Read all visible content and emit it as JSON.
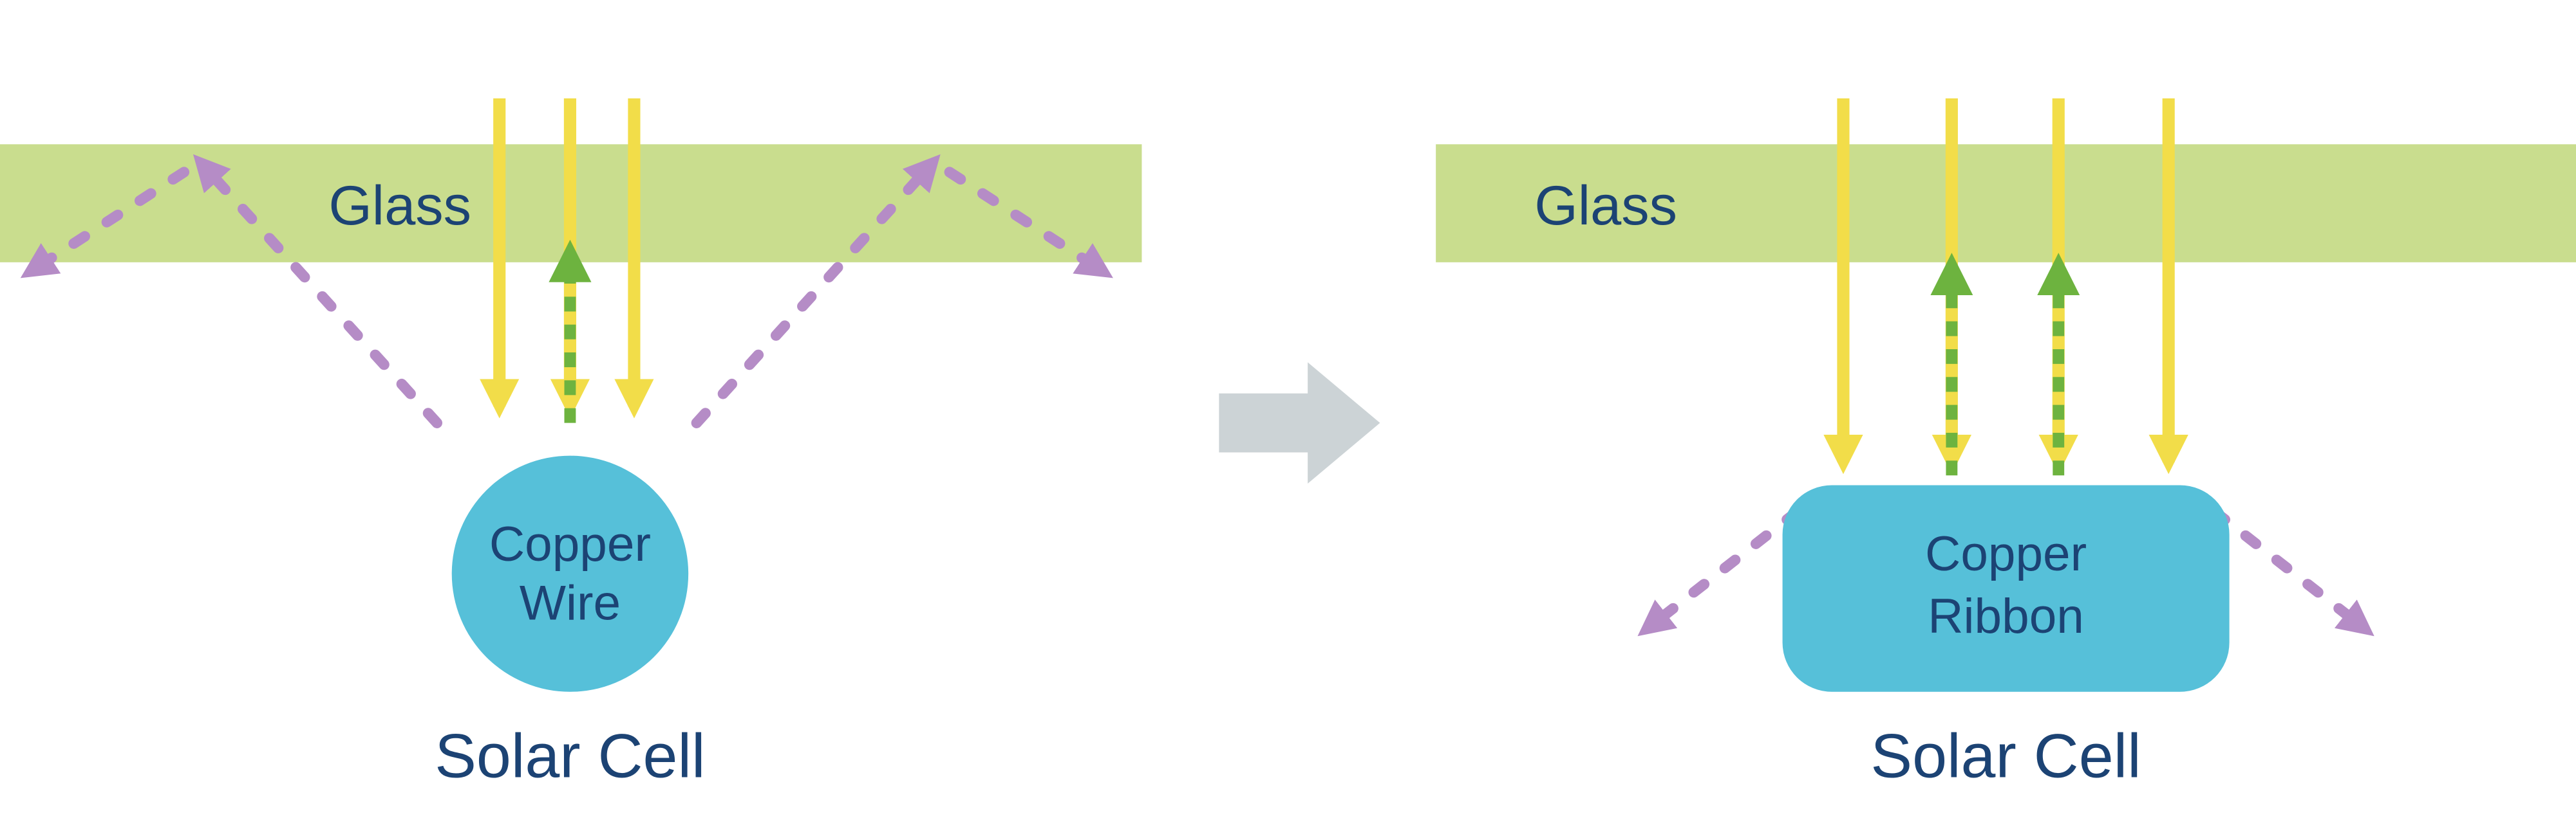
{
  "title": "Solar cell interconnect light capture diagram: copper wire vs copper ribbon",
  "colors": {
    "background": "#ffffff",
    "glass": "#c9dd8e",
    "light_ray": "#f2dd49",
    "reflected_ray": "#6db33f",
    "scattered_ray": "#b58cc6",
    "copper": "#56c0d9",
    "label": "#1c4374",
    "transition_arrow": "#ccd3d6"
  },
  "left": {
    "glass_label": "Glass",
    "copper_label_line1": "Copper",
    "copper_label_line2": "Wire",
    "cell_label": "Solar Cell"
  },
  "right": {
    "glass_label": "Glass",
    "copper_label_line1": "Copper",
    "copper_label_line2": "Ribbon",
    "cell_label": "Solar Cell"
  }
}
